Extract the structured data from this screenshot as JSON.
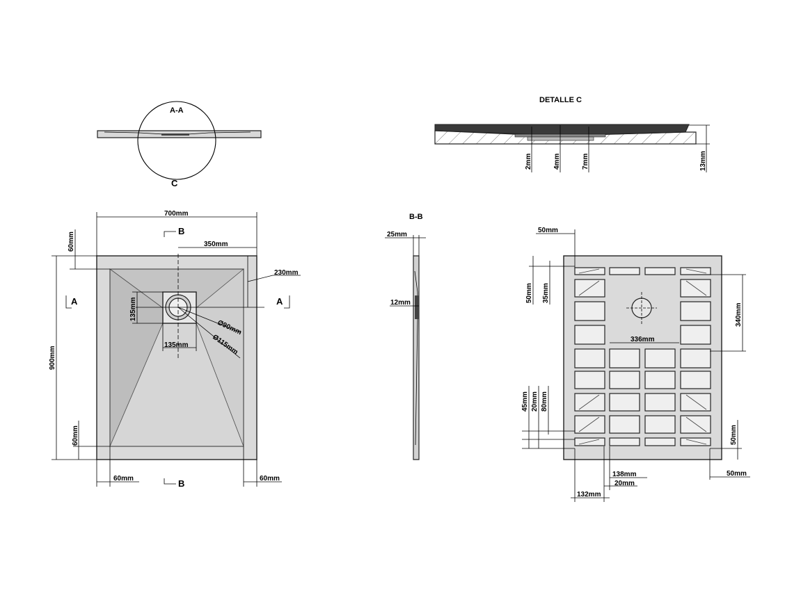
{
  "section_aa": {
    "title": "A-A",
    "detail_marker": "C"
  },
  "detail_c": {
    "title": "DETALLE   C",
    "dims": [
      "2mm",
      "4mm",
      "7mm",
      "13mm"
    ]
  },
  "plan_view": {
    "width": "700mm",
    "height": "900mm",
    "half_width": "350mm",
    "top_margin": "60mm",
    "bottom_margin": "60mm",
    "left_margin": "60mm",
    "right_margin": "60mm",
    "drain_to_edge": "230mm",
    "drain_height": "135mm",
    "drain_width": "135mm",
    "diam_inner": "Ø90mm",
    "diam_outer": "Ø115mm",
    "cut_a_left": "A",
    "cut_a_right": "A",
    "cut_b_top": "B",
    "cut_b_bottom": "B"
  },
  "section_bb": {
    "title": "B-B",
    "top_dim": "25mm",
    "side_dim": "12mm"
  },
  "bottom_view": {
    "top_offset": "50mm",
    "left_50": "50mm",
    "left_35": "35mm",
    "right_340": "340mm",
    "center_336": "336mm",
    "left_45": "45mm",
    "left_20": "20mm",
    "left_80": "80mm",
    "right_50": "50mm",
    "bottom_138": "138mm",
    "bottom_20": "20mm",
    "bottom_132": "132mm",
    "bottom_right_50": "50mm"
  }
}
